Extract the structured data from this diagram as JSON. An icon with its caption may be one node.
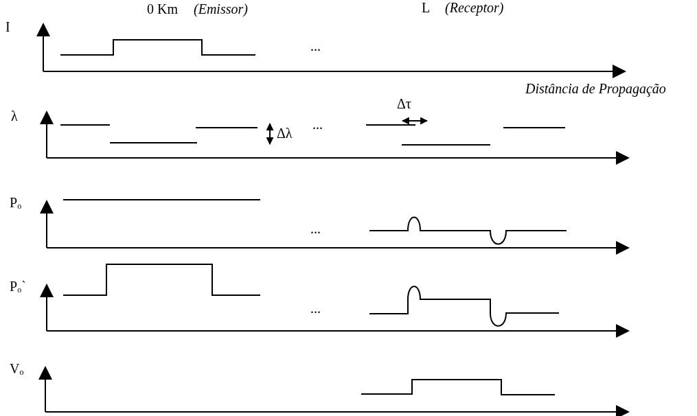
{
  "diagram": {
    "labels": [
      "0 Km",
      "(Emissor)",
      "L",
      "(Receptor)",
      "I",
      "...",
      "Distância de Propagação",
      "λ",
      "Δτ",
      "Δλ",
      "...",
      "P$_{o}$",
      "...",
      "P$_{o}$`",
      "...",
      "V$_{o}$"
    ]
  }
}
